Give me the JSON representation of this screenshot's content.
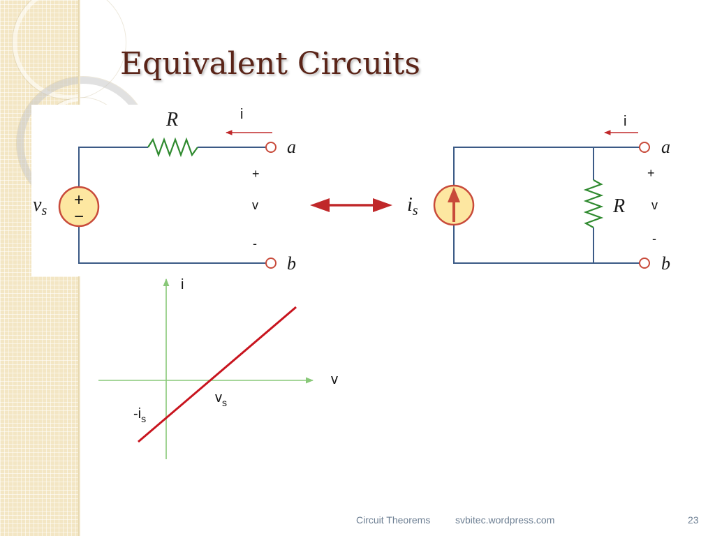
{
  "slide": {
    "title": "Equivalent Circuits"
  },
  "left_circuit": {
    "resistor_label": "R",
    "source_label_main": "v",
    "source_label_sub": "s",
    "source_plus": "+",
    "source_minus": "−",
    "terminal_a": "a",
    "terminal_b": "b",
    "current_label": "i",
    "voltage_plus": "+",
    "voltage_label": "v",
    "voltage_minus": "-"
  },
  "right_circuit": {
    "resistor_label": "R",
    "source_label_main": "i",
    "source_label_sub": "s",
    "terminal_a": "a",
    "terminal_b": "b",
    "current_label": "i",
    "voltage_plus": "+",
    "voltage_label": "v",
    "voltage_minus": "-"
  },
  "iv_graph": {
    "y_axis_label": "i",
    "x_axis_label": "v",
    "x_intercept_main": "v",
    "x_intercept_sub": "s",
    "y_intercept_main": "-i",
    "y_intercept_sub": "s"
  },
  "footer": {
    "left": "Circuit Theorems",
    "center": "svbitec.wordpress.com",
    "page_number": "23"
  },
  "colors": {
    "title": "#5a2418",
    "wire": "#3b5a86",
    "resistor": "#2f8a2f",
    "source_fill": "#fde7a1",
    "source_stroke": "#c84a3a",
    "terminal": "#c84a3a",
    "current_arrow": "#c0282a",
    "equivalence_arrow": "#c0282a",
    "graph_axis": "#88c878",
    "graph_line": "#c8141e",
    "footer": "#6d7f93"
  }
}
